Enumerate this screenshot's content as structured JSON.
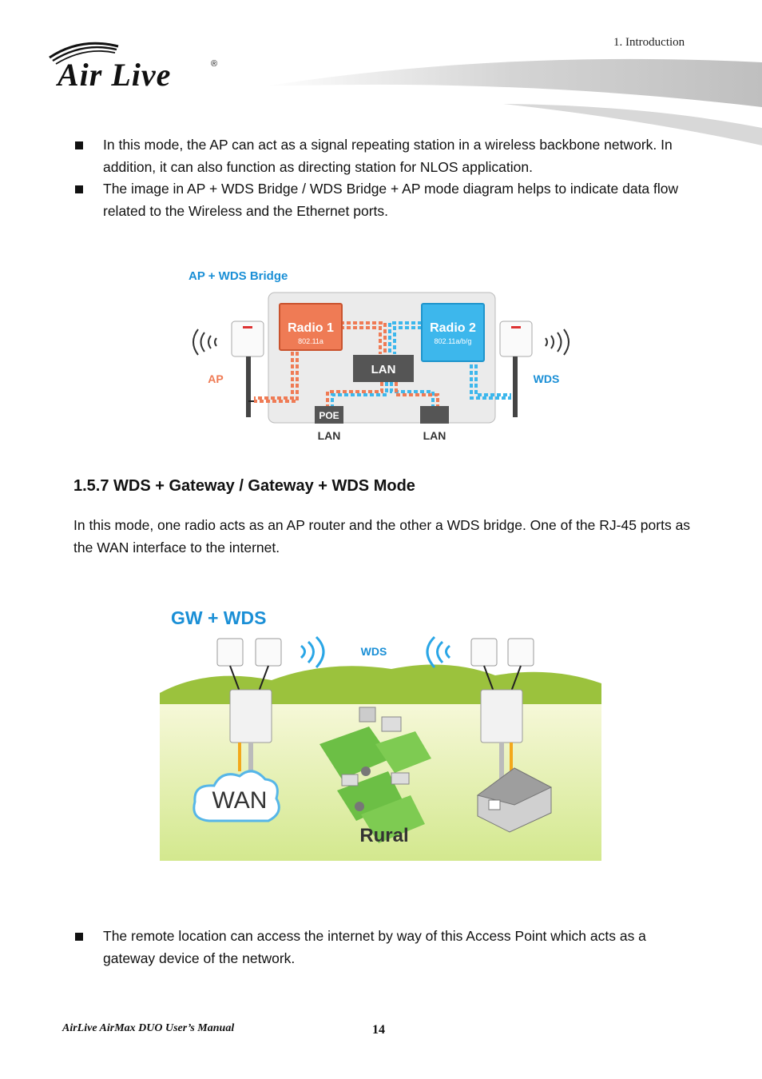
{
  "header": {
    "chapter": "1. Introduction",
    "logo": "Air Live",
    "logo_mark": "®"
  },
  "bullets_top": [
    "In this mode, the AP can act as a signal repeating station in a wireless backbone network. In addition, it can also function as directing station for NLOS application.",
    "The image in AP + WDS Bridge / WDS Bridge + AP mode diagram helps to indicate data flow related to the Wireless and the Ethernet ports."
  ],
  "figure1": {
    "title": "AP + WDS Bridge",
    "radio1": {
      "name": "Radio 1",
      "standard": "802.11a",
      "color": "#ef7b55"
    },
    "radio2": {
      "name": "Radio 2",
      "standard": "802.11a/b/g",
      "color": "#3db7ec"
    },
    "lan_box": "LAN",
    "poe_label": "POE",
    "left_port_label": "LAN",
    "right_port_label": "LAN",
    "left_side_label": "AP",
    "right_side_label": "WDS"
  },
  "section": {
    "heading": "1.5.7 WDS + Gateway / Gateway + WDS Mode",
    "paragraph": "In this mode, one radio acts as an AP router and the other a WDS bridge. One of the RJ-45 ports as the WAN interface to the internet."
  },
  "figure2": {
    "title": "GW + WDS",
    "link_label": "WDS",
    "cloud_label": "WAN",
    "area_label": "Rural",
    "accent_color": "#1a8fd6"
  },
  "bullets_bottom": [
    "The remote location can access the internet by way of this Access Point which acts as a gateway device of the network."
  ],
  "footer": {
    "manual": "AirLive AirMax DUO User’s Manual",
    "page": "14"
  }
}
